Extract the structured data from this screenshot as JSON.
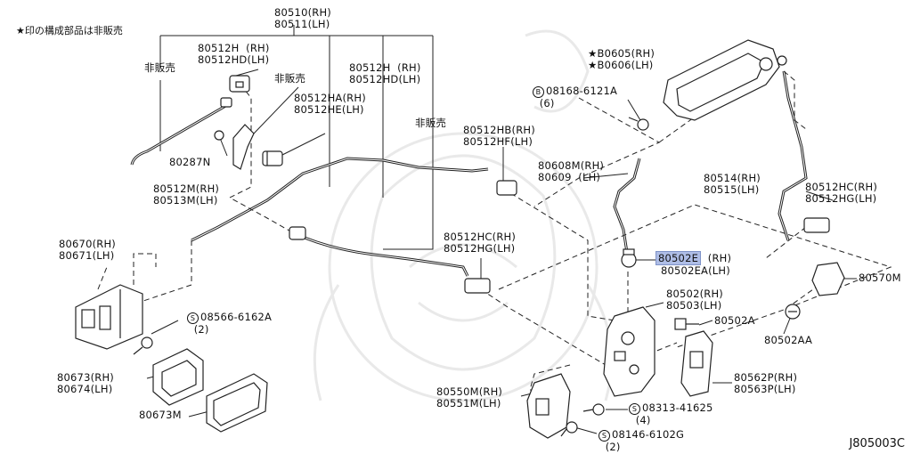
{
  "note": "★印の構成部品は非販売",
  "figure_id": "J805003C",
  "labels": {
    "p80510": "80510(RH)\n80511(LH)",
    "hanbai1": "非販売",
    "p80512H_a": "80512H  (RH)\n80512HD(LH)",
    "hanbai2": "非販売",
    "p80512H_b": "80512H  (RH)\n80512HD(LH)",
    "p80512HA": "80512HA(RH)\n80512HE(LH)",
    "hanbai3": "非販売",
    "p80287N": "80287N",
    "p80512HB": "80512HB(RH)\n80512HF(LH)",
    "p80608M": "80608M(RH)\n80609  (LH)",
    "p80512M": "80512M(RH)\n80513M(LH)",
    "p80512HC_a": "80512HC(RH)\n80512HG(LH)",
    "p80670": "80670(RH)\n80671(LH)",
    "p08566": "08566-6162A\n  (2)",
    "p80673": "80673(RH)\n80674(LH)",
    "p80673M": "80673M",
    "b80605": "★B0605(RH)\n★B0606(LH)",
    "p08168": "08168-6121A\n  (6)",
    "p80514": "80514(RH)\n80515(LH)",
    "p80512HC_b": "80512HC(RH)\n80512HG(LH)",
    "p80502E_code": "80502E",
    "p80502E_rh": "  (RH)",
    "p80502EA": "80502EA(LH)",
    "p80570M": "80570M",
    "p80502": "80502(RH)\n80503(LH)",
    "p80502A": "80502A",
    "p80502AA": "80502AA",
    "p80562P": "80562P(RH)\n80563P(LH)",
    "p80550M": "80550M(RH)\n80551M(LH)",
    "p08313": "08313-41625\n  (4)",
    "p08146": "08146-6102G\n  (2)"
  },
  "circle_marks": {
    "s": "S",
    "b": "B"
  },
  "colors": {
    "line": "#222222",
    "highlight": "#aebde6",
    "watermark": "#e9e9e9"
  }
}
